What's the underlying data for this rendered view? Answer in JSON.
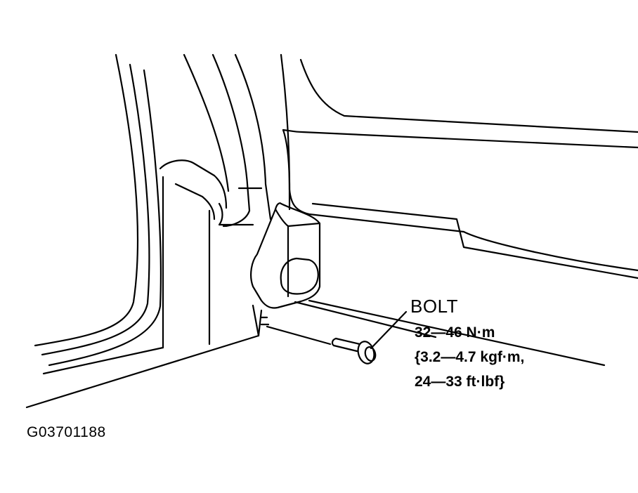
{
  "callout": {
    "part": "BOLT",
    "torque_nm": "32—46 N·m",
    "torque_kgfm": "{3.2—4.7 kgf·m,",
    "torque_ftlbf": "24—33 ft·lbf}"
  },
  "figure_id": "G03701188"
}
